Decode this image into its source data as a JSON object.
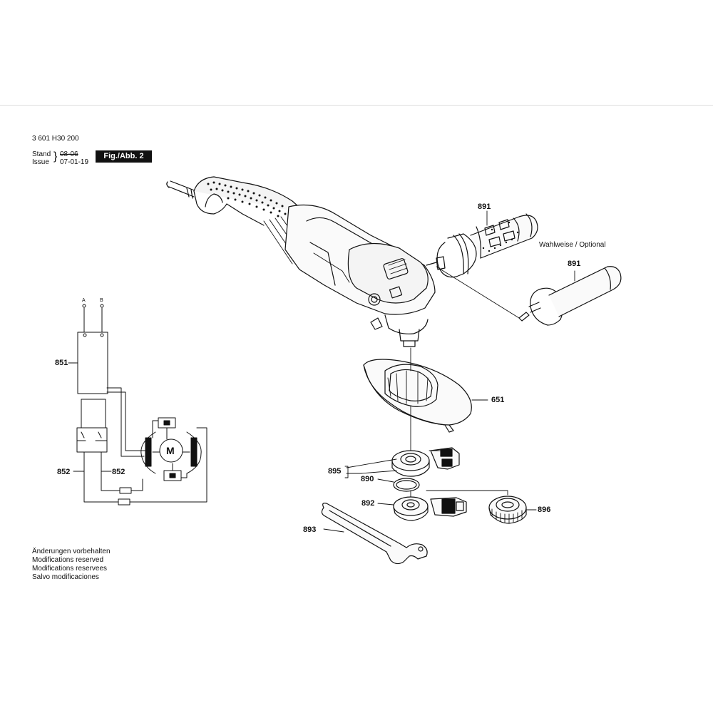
{
  "header": {
    "part_number": "3 601 H30 200",
    "stand_label": "Stand",
    "issue_label": "Issue",
    "stand_date": "08-06",
    "issue_date": "07-01-19",
    "figure_label": "Fig./Abb. 2"
  },
  "parts": {
    "p891_handle": "891",
    "p891_optional": "891",
    "optional_note": "Wahlweise / Optional",
    "p651": "651",
    "p895": "895",
    "p890": "890",
    "p892": "892",
    "p896": "896",
    "p893": "893",
    "p851": "851",
    "p852_left": "852",
    "p852_right": "852"
  },
  "wiring": {
    "terminal_a": "A",
    "terminal_b": "B",
    "motor": "M"
  },
  "notes": [
    "Änderungen vorbehalten",
    "Modifications reserved",
    "Modifications reservees",
    "Salvo modificaciones"
  ]
}
